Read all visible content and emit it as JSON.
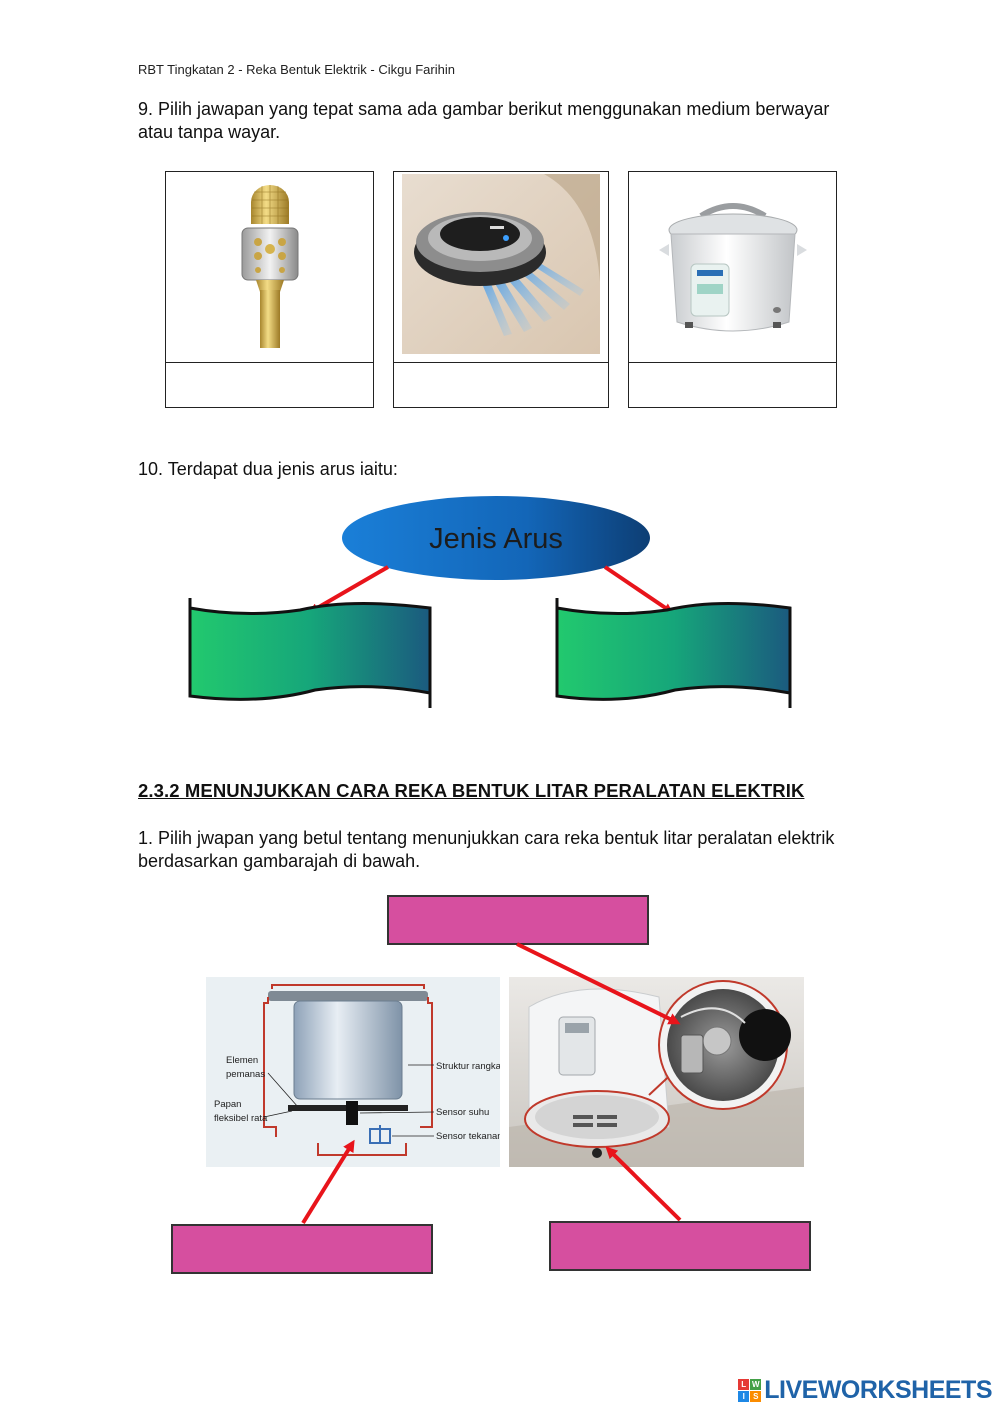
{
  "header": {
    "title": "RBT Tingkatan 2 - Reka Bentuk Elektrik - Cikgu Farihin"
  },
  "q9": {
    "text": "9.  Pilih jawapan yang tepat sama ada gambar berikut menggunakan medium berwayar atau tanpa wayar.",
    "items": [
      {
        "picture": "wireless microphone",
        "answer": ""
      },
      {
        "picture": "robot vacuum cleaner",
        "answer": ""
      },
      {
        "picture": "rice cooker",
        "answer": ""
      }
    ]
  },
  "q10": {
    "text": "10.  Terdapat dua jenis arus iaitu:",
    "ellipse_label": "Jenis Arus",
    "answers": [
      "",
      ""
    ]
  },
  "section": {
    "title": "2.3.2 MENUNJUKKAN CARA REKA BENTUK LITAR PERALATAN ELEKTRIK"
  },
  "q1": {
    "text": "1.  Pilih jwapan yang betul tentang menunjukkan cara reka bentuk litar peralatan elektrik berdasarkan gambarajah di bawah.",
    "diagram_labels": {
      "elemen": "Elemen",
      "pemanas": "pemanas",
      "papan": "Papan",
      "fleksibel": "fleksibel rata",
      "struktur": "Struktur rangka",
      "sensor_suhu": "Sensor suhu",
      "sensor_tekanan": "Sensor tekanan"
    },
    "answers": [
      "",
      "",
      ""
    ]
  },
  "footer": {
    "logo_text": "LIVEWORKSHEETS",
    "icon_letters": [
      "L",
      "W",
      "I",
      "S"
    ]
  },
  "colors": {
    "pink": "#d64f9f",
    "arrow": "#e8141b",
    "ellipse": "#1570c8",
    "banner_start": "#22c96e",
    "banner_end": "#1b5a7f"
  }
}
